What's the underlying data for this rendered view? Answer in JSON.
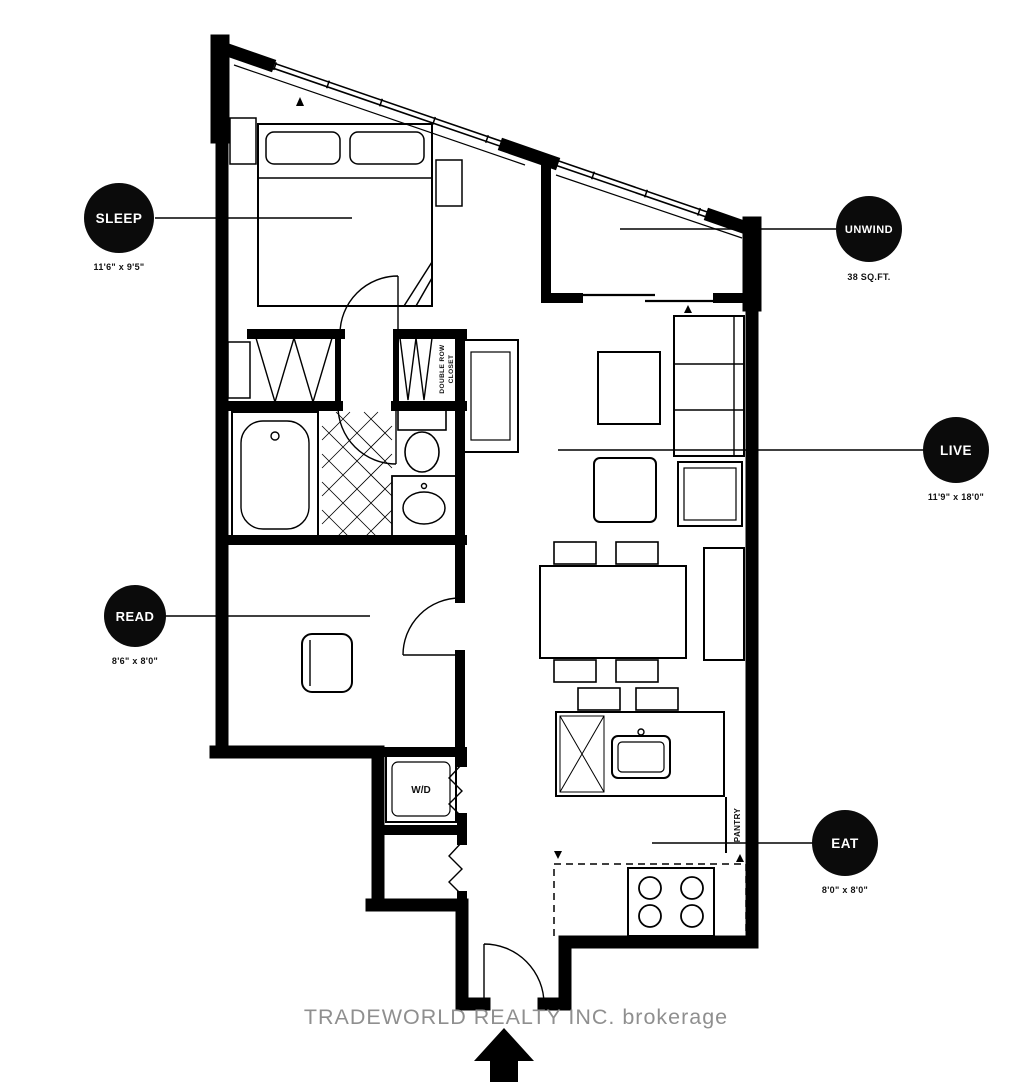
{
  "plan": {
    "rooms": {
      "sleep": {
        "name": "SLEEP",
        "dims": "11'6\" x 9'5\""
      },
      "unwind": {
        "name": "UNWIND",
        "dims": "38 SQ.FT."
      },
      "live": {
        "name": "LIVE",
        "dims": "11'9\" x 18'0\""
      },
      "read": {
        "name": "READ",
        "dims": "8'6\" x 8'0\""
      },
      "eat": {
        "name": "EAT",
        "dims": "8'0\" x 8'0\""
      }
    },
    "annotations": {
      "washer_dryer": "W/D",
      "pantry": "PANTRY",
      "closet_row1": "DOUBLE ROW",
      "closet_row2": "CLOSET"
    },
    "footer": {
      "watermark": "TRADEWORLD REALTY INC. brokerage"
    }
  },
  "colors": {
    "wall": "#000000",
    "background": "#ffffff",
    "badge": "#0b0b0b",
    "watermark": "#8f8f8f"
  }
}
